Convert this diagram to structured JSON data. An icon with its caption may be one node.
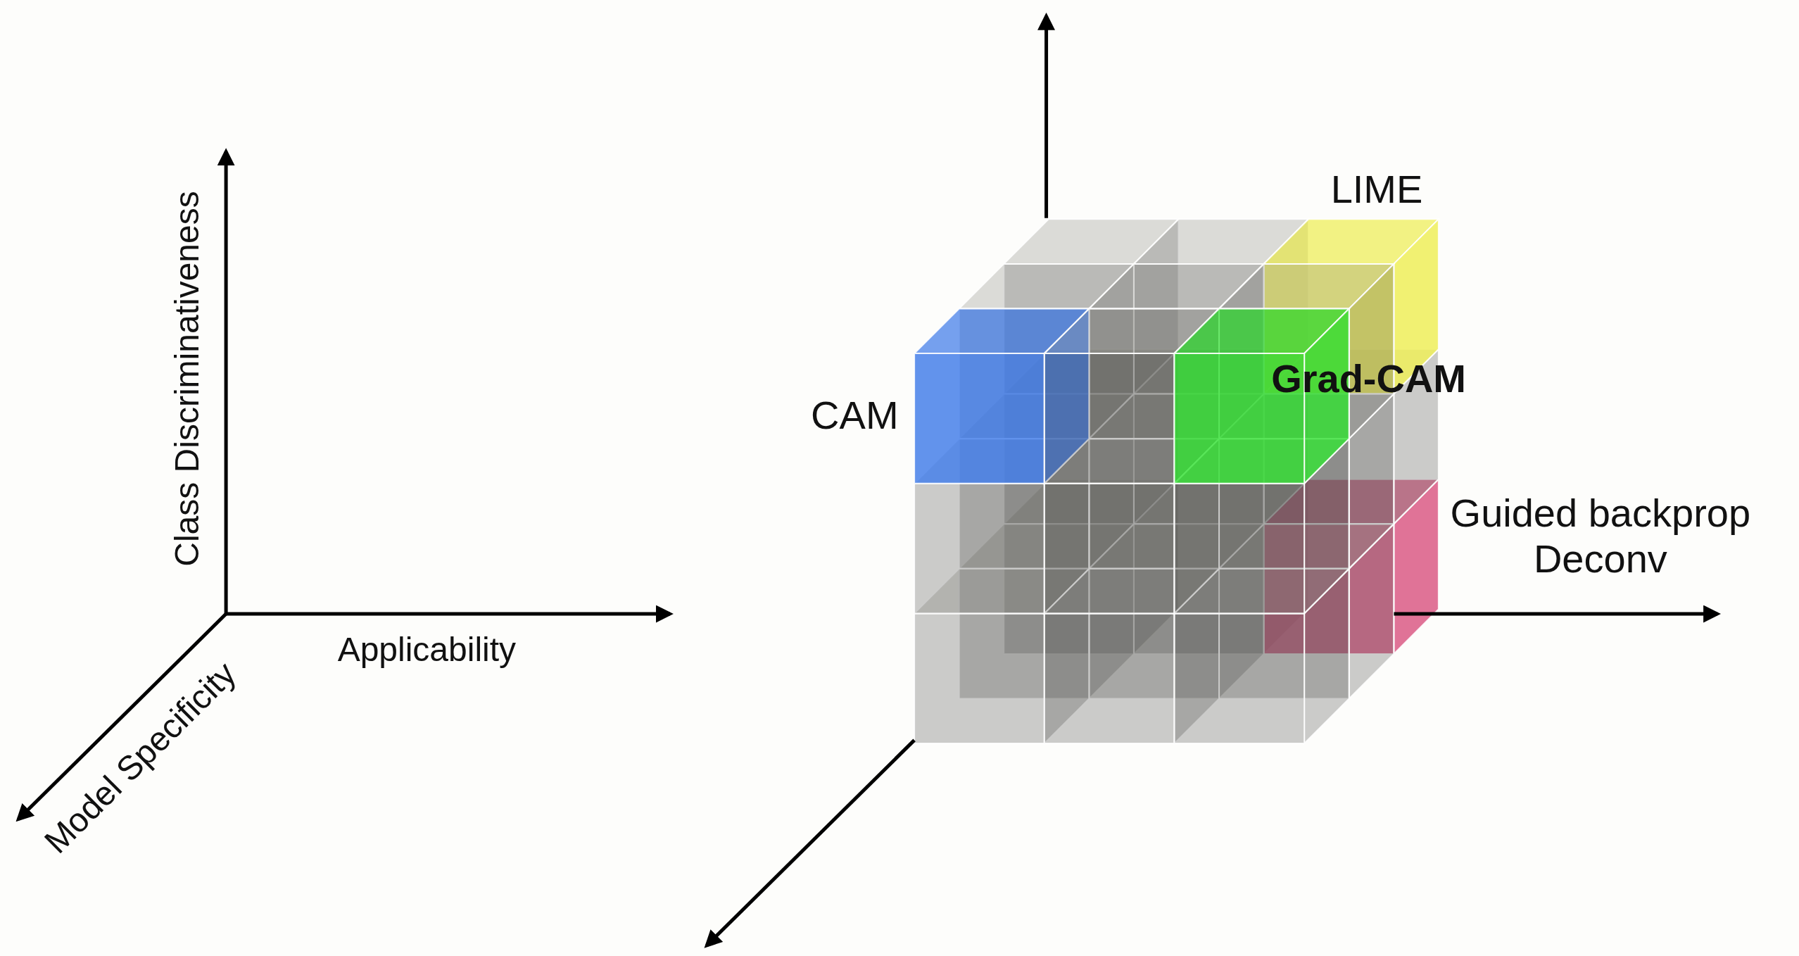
{
  "diagram": {
    "labels": [
      "Class Discriminativeness",
      "Applicability",
      "Model Specificity",
      "LIME",
      "Grad-CAM",
      "CAM",
      "Guided backprop Deconv"
    ]
  }
}
